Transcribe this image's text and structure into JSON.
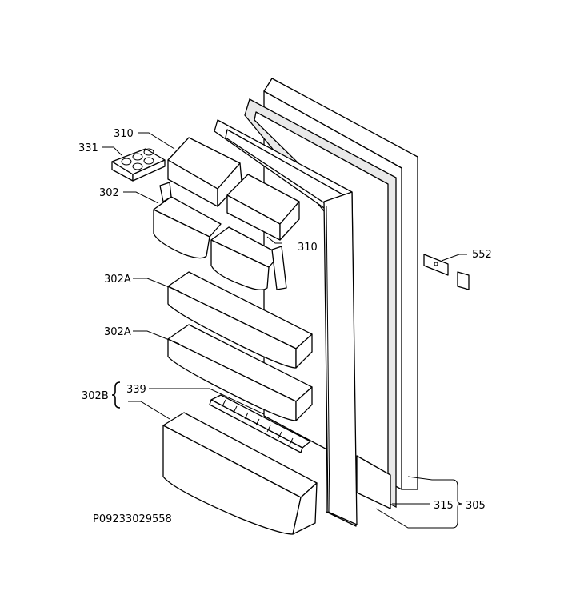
{
  "drawing": {
    "code": "P09233029558",
    "labels": {
      "p331": "331",
      "p310_top": "310",
      "p310_right": "310",
      "p302": "302",
      "p302a_1": "302A",
      "p302a_2": "302A",
      "p302b": "302B",
      "p339": "339",
      "p552": "552",
      "p315": "315",
      "p305": "305"
    }
  }
}
